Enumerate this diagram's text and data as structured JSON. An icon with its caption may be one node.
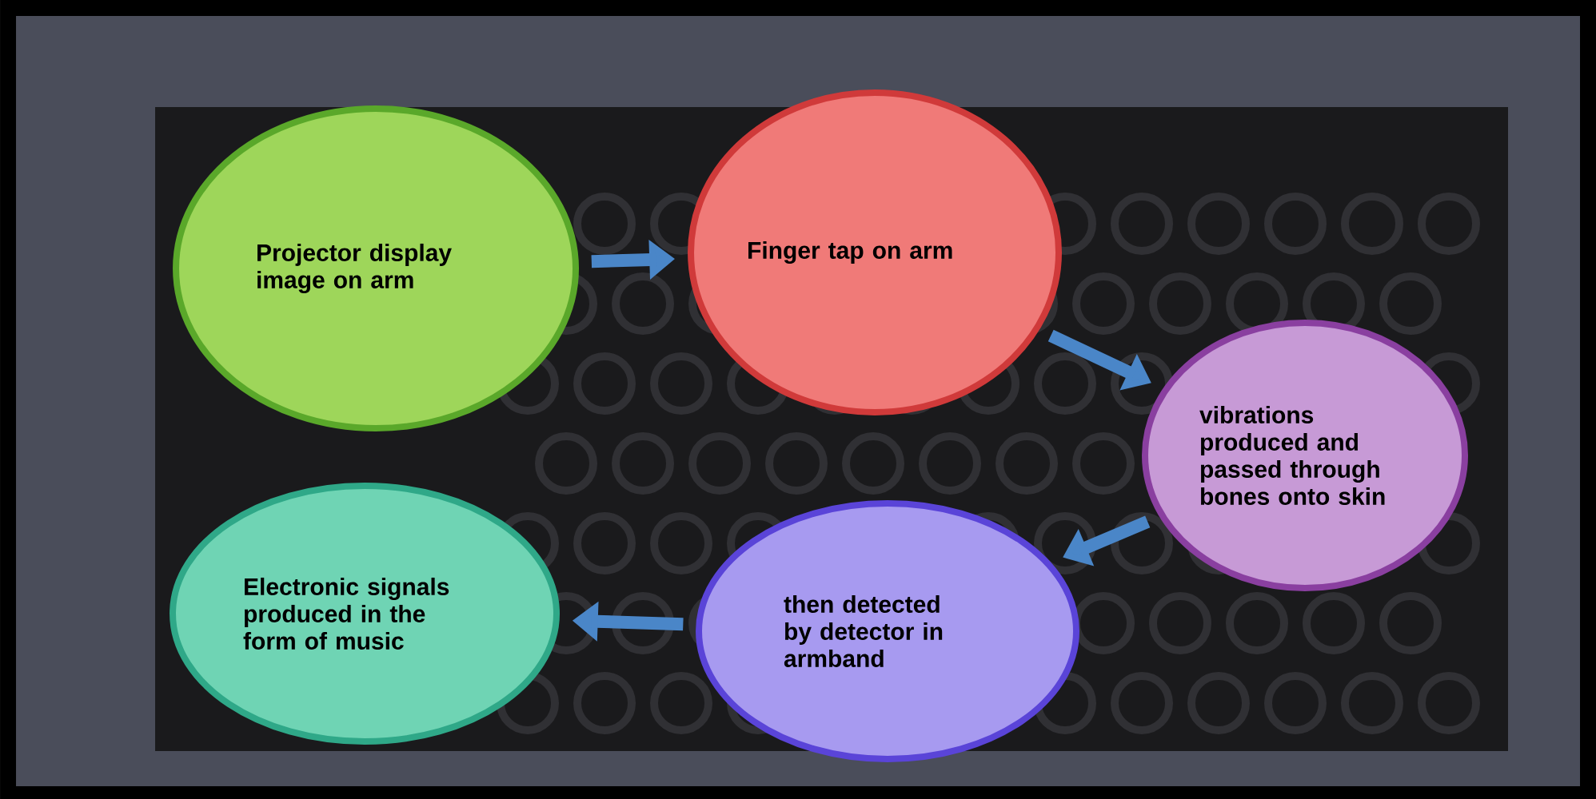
{
  "diagram": {
    "nodes": [
      {
        "text": [
          "Projector display image on arm"
        ]
      },
      {
        "text": [
          "Finger tap on arm"
        ]
      },
      {
        "text": [
          "vibrations produced and passed through bones onto skin"
        ]
      },
      {
        "text": [
          "then detected by detector in armband"
        ]
      },
      {
        "text": [
          "Electronic signals produced in the form of music"
        ]
      }
    ],
    "edges": [
      {
        "from": 0,
        "to": 1,
        "arrow": "to"
      },
      {
        "from": 1,
        "to": 2,
        "arrow": "to"
      },
      {
        "from": 2,
        "to": 3,
        "arrow": "to"
      },
      {
        "from": 3,
        "to": 4,
        "arrow": "to"
      }
    ]
  }
}
